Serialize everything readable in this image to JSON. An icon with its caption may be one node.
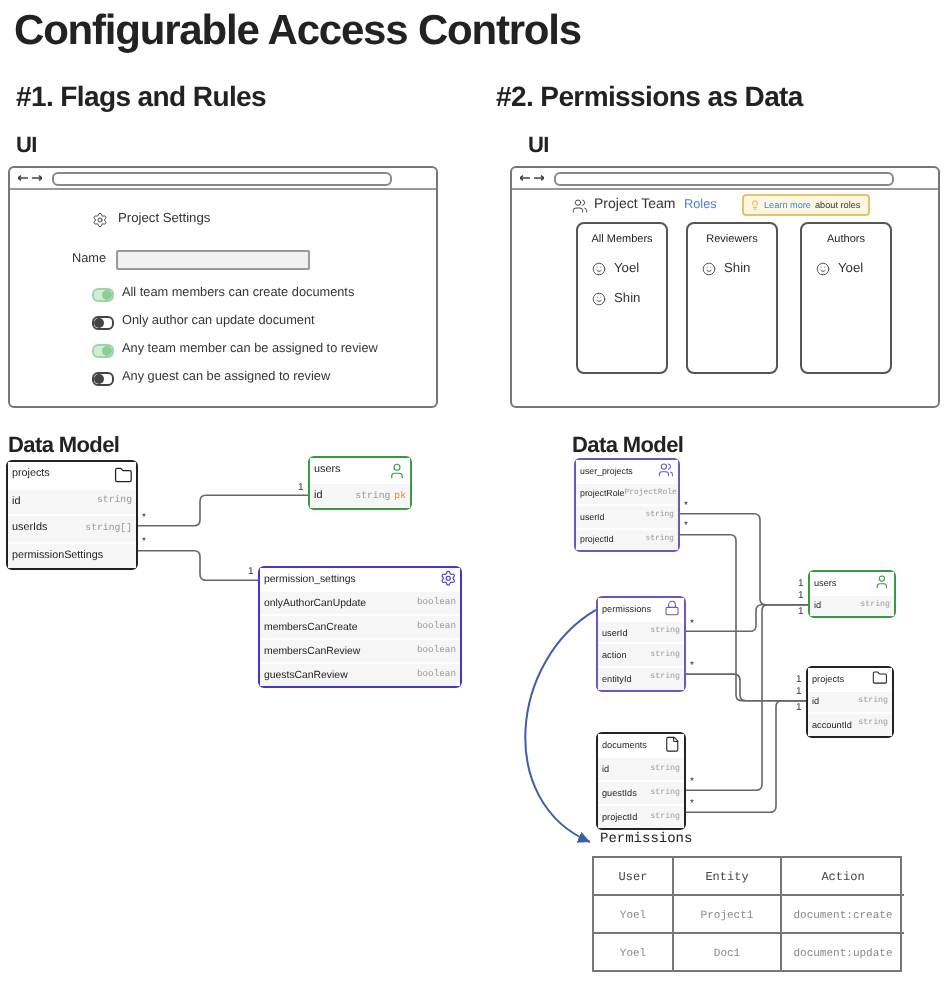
{
  "diagram": {
    "title": "Configurable Access Controls",
    "nodes": [
      {
        "text": [
          "Project Settings",
          "Name",
          "All team members can create documents",
          "Only author can update document",
          "Any team member can be assigned to review",
          "Any guest can be assigned to review"
        ]
      },
      {
        "text": [
          "Project Team",
          "Roles"
        ]
      },
      {
        "text": [
          "Learn more",
          "about roles"
        ],
        "in": 1
      },
      {
        "text": [
          "All Members",
          "Yoel",
          "Shin"
        ],
        "in": 1
      },
      {
        "text": [
          "Reviewers",
          "Shin"
        ],
        "in": 1
      },
      {
        "text": [
          "Authors",
          "Yoel"
        ],
        "in": 1
      },
      {
        "text": [
          "projects",
          "id",
          "string",
          "userIds",
          "string[]",
          "permissionSettings"
        ]
      },
      {
        "text": [
          "users",
          "id",
          "string",
          "pk"
        ]
      },
      {
        "text": [
          "permission_settings",
          "onlyAuthorCanUpdate",
          "boolean",
          "membersCanCreate",
          "boolean",
          "membersCanReview",
          "boolean",
          "guestsCanReview",
          "boolean"
        ]
      },
      {
        "text": [
          "user_projects",
          "projectRole",
          "ProjectRole",
          "userId",
          "string",
          "projectId",
          "string"
        ]
      },
      {
        "text": [
          "permissions",
          "userId",
          "string",
          "action",
          "string",
          "entityId",
          "string"
        ]
      },
      {
        "text": [
          "users",
          "id",
          "string"
        ]
      },
      {
        "text": [
          "projects",
          "id",
          "string",
          "accountId",
          "string"
        ]
      },
      {
        "text": [
          "documents",
          "id",
          "string",
          "guestIds",
          "string",
          "projectId",
          "string"
        ]
      },
      {
        "text": [
          "Permissions"
        ]
      }
    ],
    "edges": [
      {
        "from": 6,
        "to": 7,
        "arrow": "none"
      },
      {
        "from": 6,
        "to": 8,
        "arrow": "none"
      },
      {
        "from": 9,
        "to": 11,
        "arrow": "none"
      },
      {
        "from": 9,
        "to": 12,
        "arrow": "none"
      },
      {
        "from": 10,
        "to": 11,
        "arrow": "none"
      },
      {
        "from": 10,
        "to": 12,
        "arrow": "none"
      },
      {
        "from": 13,
        "to": 11,
        "arrow": "none"
      },
      {
        "from": 13,
        "to": 12,
        "arrow": "none"
      },
      {
        "from": 10,
        "to": 14,
        "arrow": "to",
        "color": "#3b5fa8"
      }
    ],
    "labels": [
      "#1. Flags and Rules",
      "#2. Permissions as Data",
      "UI",
      "UI",
      "Data Model",
      "Data Model",
      "*",
      "1",
      "*",
      "1",
      "*",
      "1",
      "*",
      "1",
      "*",
      "1",
      "*",
      "1",
      "*",
      "1",
      "*",
      "1",
      "User",
      "Entity",
      "Action",
      "Yoel",
      "Project1",
      "document:create",
      "Yoel",
      "Doc1",
      "document:update"
    ]
  }
}
